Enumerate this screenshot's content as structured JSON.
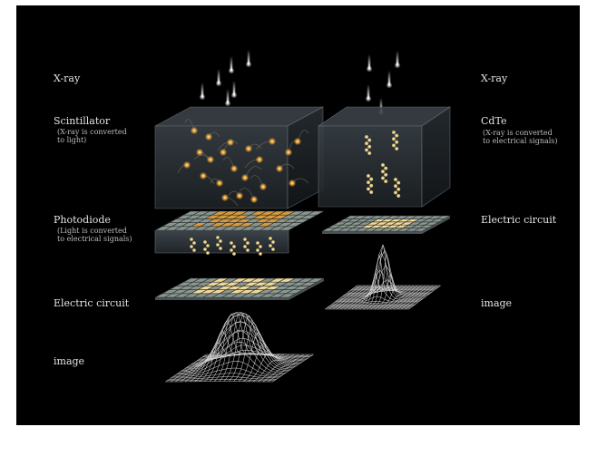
{
  "left_column": {
    "xray_label": "X-ray",
    "scintillator_label": "Scintillator",
    "scintillator_note_1": "(X-ray is converted",
    "scintillator_note_2": "to light)",
    "photodiode_label": "Photodiode",
    "photodiode_note_1": "(Light is converted",
    "photodiode_note_2": "to electrical signals)",
    "circuit_label": "Electric circuit",
    "image_label": "image"
  },
  "right_column": {
    "xray_label": "X-ray",
    "cdte_label": "CdTe",
    "cdte_note_1": "(X-ray is converted",
    "cdte_note_2": "to electrical signals)",
    "circuit_label": "Electric circuit",
    "image_label": "image"
  },
  "colors": {
    "background": "#000000",
    "text": "#e4e4e4",
    "light_glow": "#f2a93b",
    "pixel_lit": "#f0d898",
    "pixel_tile": "#8b978e",
    "wireframe": "#d8d8d8"
  }
}
